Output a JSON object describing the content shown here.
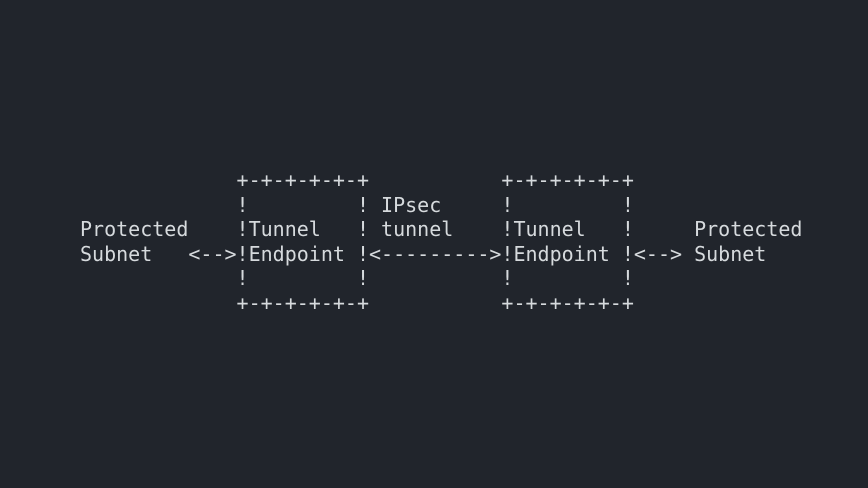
{
  "colors": {
    "background": "#21252c",
    "text": "#d6dadd"
  },
  "diagram": {
    "kind": "ascii-art",
    "topic": "IPsec tunnel mode between two tunnel endpoints",
    "lines": [
      "             +-+-+-+-+-+           +-+-+-+-+-+",
      "             !         ! IPsec     !         !",
      "Protected    !Tunnel   ! tunnel    !Tunnel   !     Protected",
      "Subnet   <-->!Endpoint !<--------->!Endpoint !<--> Subnet",
      "             !         !           !         !",
      "             +-+-+-+-+-+           +-+-+-+-+-+"
    ],
    "entities": {
      "left_subnet_label": "Protected Subnet",
      "left_box_label": "Tunnel Endpoint",
      "link_label": "IPsec tunnel",
      "right_box_label": "Tunnel Endpoint",
      "right_subnet_label": "Protected Subnet",
      "left_arrow": "<-->",
      "middle_arrow": "<--------->",
      "right_arrow": "<-->"
    }
  }
}
